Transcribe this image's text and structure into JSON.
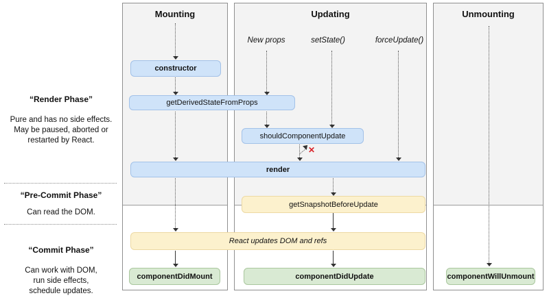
{
  "sidebar": {
    "render_phase": {
      "title": "“Render Phase”",
      "lines": [
        "Pure and has no side effects.",
        "May be paused, aborted or",
        "restarted by React."
      ]
    },
    "pre_commit_phase": {
      "title": "“Pre-Commit Phase”",
      "lines": [
        "Can read the DOM."
      ]
    },
    "commit_phase": {
      "title": "“Commit Phase”",
      "lines": [
        "Can work with DOM,",
        "run side effects,",
        "schedule updates."
      ]
    }
  },
  "columns": {
    "mounting": "Mounting",
    "updating": "Updating",
    "unmounting": "Unmounting"
  },
  "triggers": {
    "new_props": "New props",
    "set_state": "setState()",
    "force_update": "forceUpdate()"
  },
  "methods": {
    "ctor": "constructor",
    "get_derived_state_from_props": "getDerivedStateFromProps",
    "should_component_update": "shouldComponentUpdate",
    "render": "render",
    "get_snapshot_before_update": "getSnapshotBeforeUpdate",
    "react_updates_dom": "React updates DOM and refs",
    "component_did_mount": "componentDidMount",
    "component_did_update": "componentDidUpdate",
    "component_will_unmount": "componentWillUnmount"
  },
  "marks": {
    "cancel": "✕"
  },
  "colors": {
    "lifecycle_blue": "#cfe3f9",
    "lifecycle_blue_border": "#a2c1e8",
    "dom_yellow": "#fcf1cd",
    "dom_yellow_border": "#edd9a3",
    "commit_green": "#d9ead3",
    "commit_green_border": "#a9c69d",
    "cancel_red": "#d9232a",
    "phase_background_gray": "#f3f3f3"
  }
}
